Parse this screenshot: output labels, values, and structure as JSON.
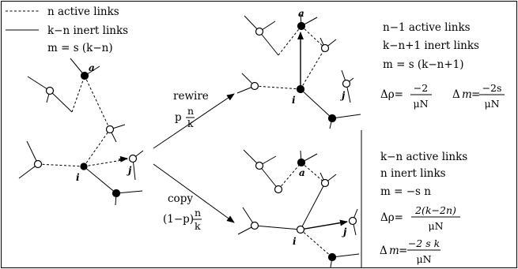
{
  "legend": {
    "active": "n active links",
    "inert": "k−n inert links",
    "m": "m = s (k−n)"
  },
  "arrows": {
    "rewire_label": "rewire",
    "rewire_p": "p",
    "copy_label": "copy",
    "copy_p": "(1−p)",
    "frac_num": "n",
    "frac_den": "k"
  },
  "rewire_result": {
    "active": "n−1 active links",
    "inert": "k−n+1 inert links",
    "m": "m = s (k−n+1)",
    "drho_lhs": "Δρ=",
    "drho_num": "−2",
    "drho_den": "μN",
    "dm_lhs": "Δ",
    "dm_var": "m",
    "dm_eq": "=",
    "dm_num": "−2s",
    "dm_den": "μN"
  },
  "copy_result": {
    "active": "k−n active links",
    "inert": "n inert links",
    "m": "m = −s n",
    "drho_lhs": "Δρ=",
    "drho_num": "2(k−2n)",
    "drho_den": "μN",
    "dm_lhs": "Δ",
    "dm_var": "m",
    "dm_eq": "=",
    "dm_num": "−2 s k",
    "dm_den": "μN"
  },
  "node_labels": {
    "a": "a",
    "i": "i",
    "j": "j"
  }
}
